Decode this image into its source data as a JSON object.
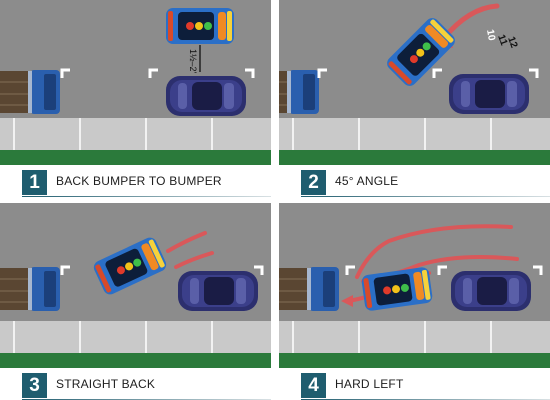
{
  "steps": [
    {
      "number": "1",
      "label": "BACK BUMPER TO BUMPER"
    },
    {
      "number": "2",
      "label": "45° ANGLE"
    },
    {
      "number": "3",
      "label": "STRAIGHT BACK"
    },
    {
      "number": "4",
      "label": "HARD LEFT"
    }
  ],
  "annotations": {
    "distance": "1½–2'",
    "clock_10": "10",
    "clock_11": "11",
    "clock_12": "12"
  },
  "colors": {
    "road": "#8c8c8c",
    "sidewalk": "#c9c9c9",
    "grass": "#2b7a3b",
    "step_box": "#1f5d6f",
    "learner_car": "#2b6fc7",
    "parked_car": "#2c2f6e",
    "truck": "#2a5fae",
    "arrow": "#d9585a"
  }
}
